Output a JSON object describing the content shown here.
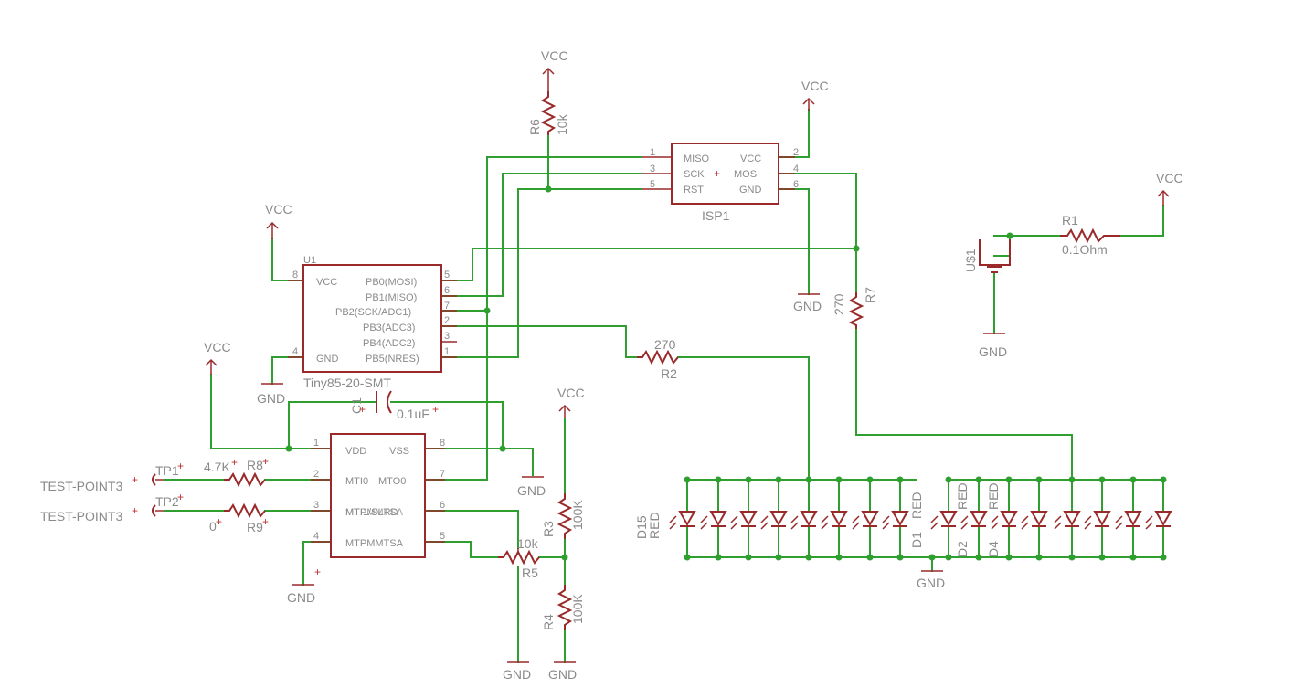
{
  "power": {
    "vcc": "VCC",
    "gnd": "GND"
  },
  "isp": {
    "name": "ISP1",
    "pins_left": [
      "MISO",
      "SCK",
      "RST"
    ],
    "pins_right": [
      "VCC",
      "MOSI",
      "GND"
    ],
    "pin_numbers_left": [
      "1",
      "3",
      "5"
    ],
    "pin_numbers_right": [
      "2",
      "4",
      "6"
    ]
  },
  "mcu": {
    "ref": "U1",
    "value": "Tiny85-20-SMT",
    "pins_left": [
      "VCC",
      "GND"
    ],
    "pin_numbers_left": [
      "8",
      "4"
    ],
    "pins_right": [
      "PB0(MOSI)",
      "PB1(MISO)",
      "PB2(SCK/ADC1)",
      "PB3(ADC3)",
      "PB4(ADC2)",
      "PB5(NRES)"
    ],
    "pin_numbers_right": [
      "5",
      "6",
      "7",
      "2",
      "3",
      "1"
    ]
  },
  "mtch": {
    "pins_left": [
      "VDD",
      "MTI0",
      "MTI1/SLRD",
      "MTPMMTSA"
    ],
    "pins_left_overlap": "MTPMMTSA",
    "pins_right": [
      "VSS",
      "MTO0",
      "",
      ""
    ],
    "pin_numbers_left": [
      "1",
      "2",
      "3",
      "4"
    ],
    "pin_numbers_right": [
      "8",
      "7",
      "6",
      "5"
    ]
  },
  "resistors": {
    "r1": {
      "ref": "R1",
      "value": "0.1Ohm"
    },
    "r2": {
      "ref": "R2",
      "value": "270"
    },
    "r3": {
      "ref": "R3",
      "value": "100K"
    },
    "r4": {
      "ref": "R4",
      "value": "100K"
    },
    "r5": {
      "ref": "R5",
      "value": "10k"
    },
    "r6": {
      "ref": "R6",
      "value": "10k"
    },
    "r7": {
      "ref": "R7",
      "value": "270"
    },
    "r8": {
      "ref": "R8",
      "value": "4.7K"
    },
    "r9": {
      "ref": "R9",
      "value": "0"
    }
  },
  "capacitor": {
    "ref": "C1",
    "value": "0.1uF"
  },
  "battery": {
    "ref": "U$1"
  },
  "test_points": [
    {
      "ref": "TP1",
      "label": "TEST-POINT3"
    },
    {
      "ref": "TP2",
      "label": "TEST-POINT3"
    }
  ],
  "leds": {
    "color": "RED",
    "visible_refs": [
      "D15",
      "D1",
      "D2",
      "D4"
    ]
  },
  "colors": {
    "wire": "#2fa02f",
    "part": "#9a2a2a",
    "text": "#8a8a8a"
  }
}
